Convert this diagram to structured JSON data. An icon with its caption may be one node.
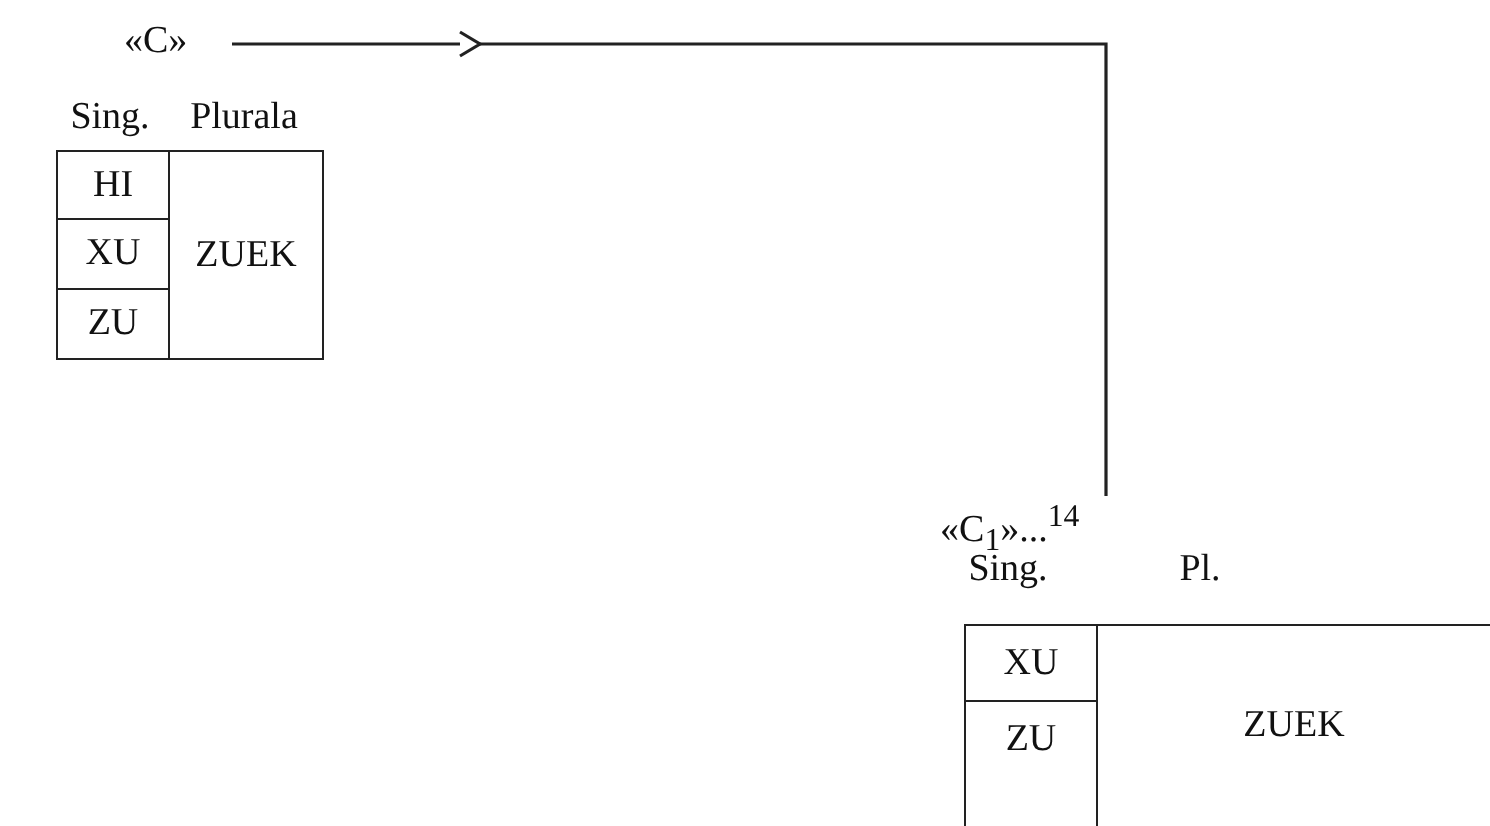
{
  "diagram": {
    "nodes": [
      {
        "text": [
          "«C»"
        ]
      },
      {
        "text": [
          "«C$_{1}$»...$^{14}$"
        ]
      }
    ],
    "edges": [
      {
        "from": 0,
        "to": 1,
        "arrow": "to"
      }
    ],
    "labels": [
      "Sing.",
      "Plurala",
      "HI",
      "ZUEK",
      "XU",
      "ZU",
      "Sing.",
      "Pl.",
      "XU",
      "ZUEK",
      "ZU"
    ]
  }
}
